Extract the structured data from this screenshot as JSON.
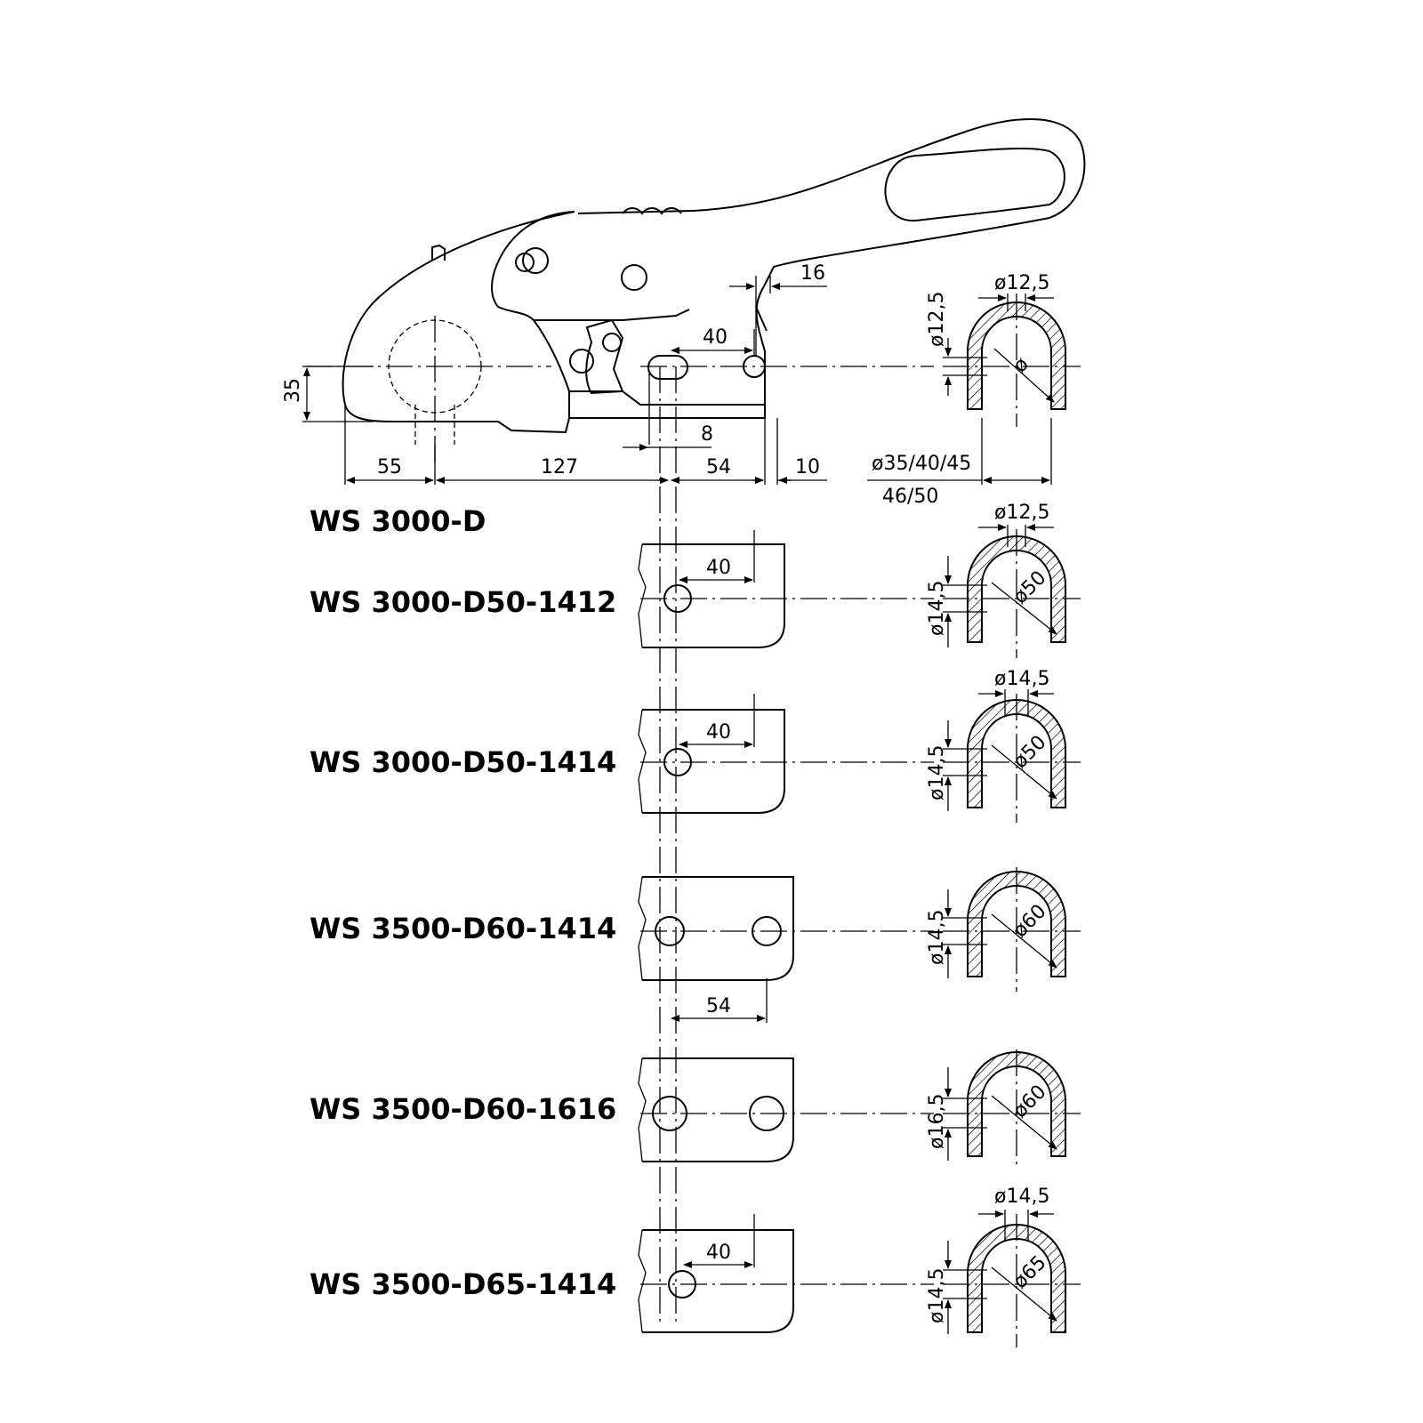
{
  "main_view": {
    "model_label": "WS 3000-D",
    "dim_16": "16",
    "dim_40": "40",
    "dim_8": "8",
    "dim_35": "35",
    "dim_55": "55",
    "dim_127": "127",
    "dim_54": "54",
    "dim_10": "10",
    "section_top_dia": "ø12,5",
    "section_side_dia": "ø12,5",
    "section_ball_dia": "ø",
    "drawbar_dia_line1": "ø35/40/45",
    "drawbar_dia_line2": "46/50"
  },
  "variants": [
    {
      "model": "WS 3000-D50-1412",
      "hole_spacing": "40",
      "top_dia": "ø12,5",
      "side_dia": "ø14,5",
      "ball_dia": "ø50"
    },
    {
      "model": "WS 3000-D50-1414",
      "hole_spacing": "40",
      "top_dia": "ø14,5",
      "side_dia": "ø14,5",
      "ball_dia": "ø50"
    },
    {
      "model": "WS 3500-D60-1414",
      "hole_spacing": "",
      "top_dia": "",
      "side_dia": "ø14,5",
      "ball_dia": "ø60"
    },
    {
      "model": "WS 3500-D60-1616",
      "hole_spacing": "54",
      "top_dia": "",
      "side_dia": "ø16,5",
      "ball_dia": "ø60"
    },
    {
      "model": "WS 3500-D65-1414",
      "hole_spacing": "40",
      "top_dia": "ø14,5",
      "side_dia": "ø14,5",
      "ball_dia": "ø65"
    }
  ]
}
